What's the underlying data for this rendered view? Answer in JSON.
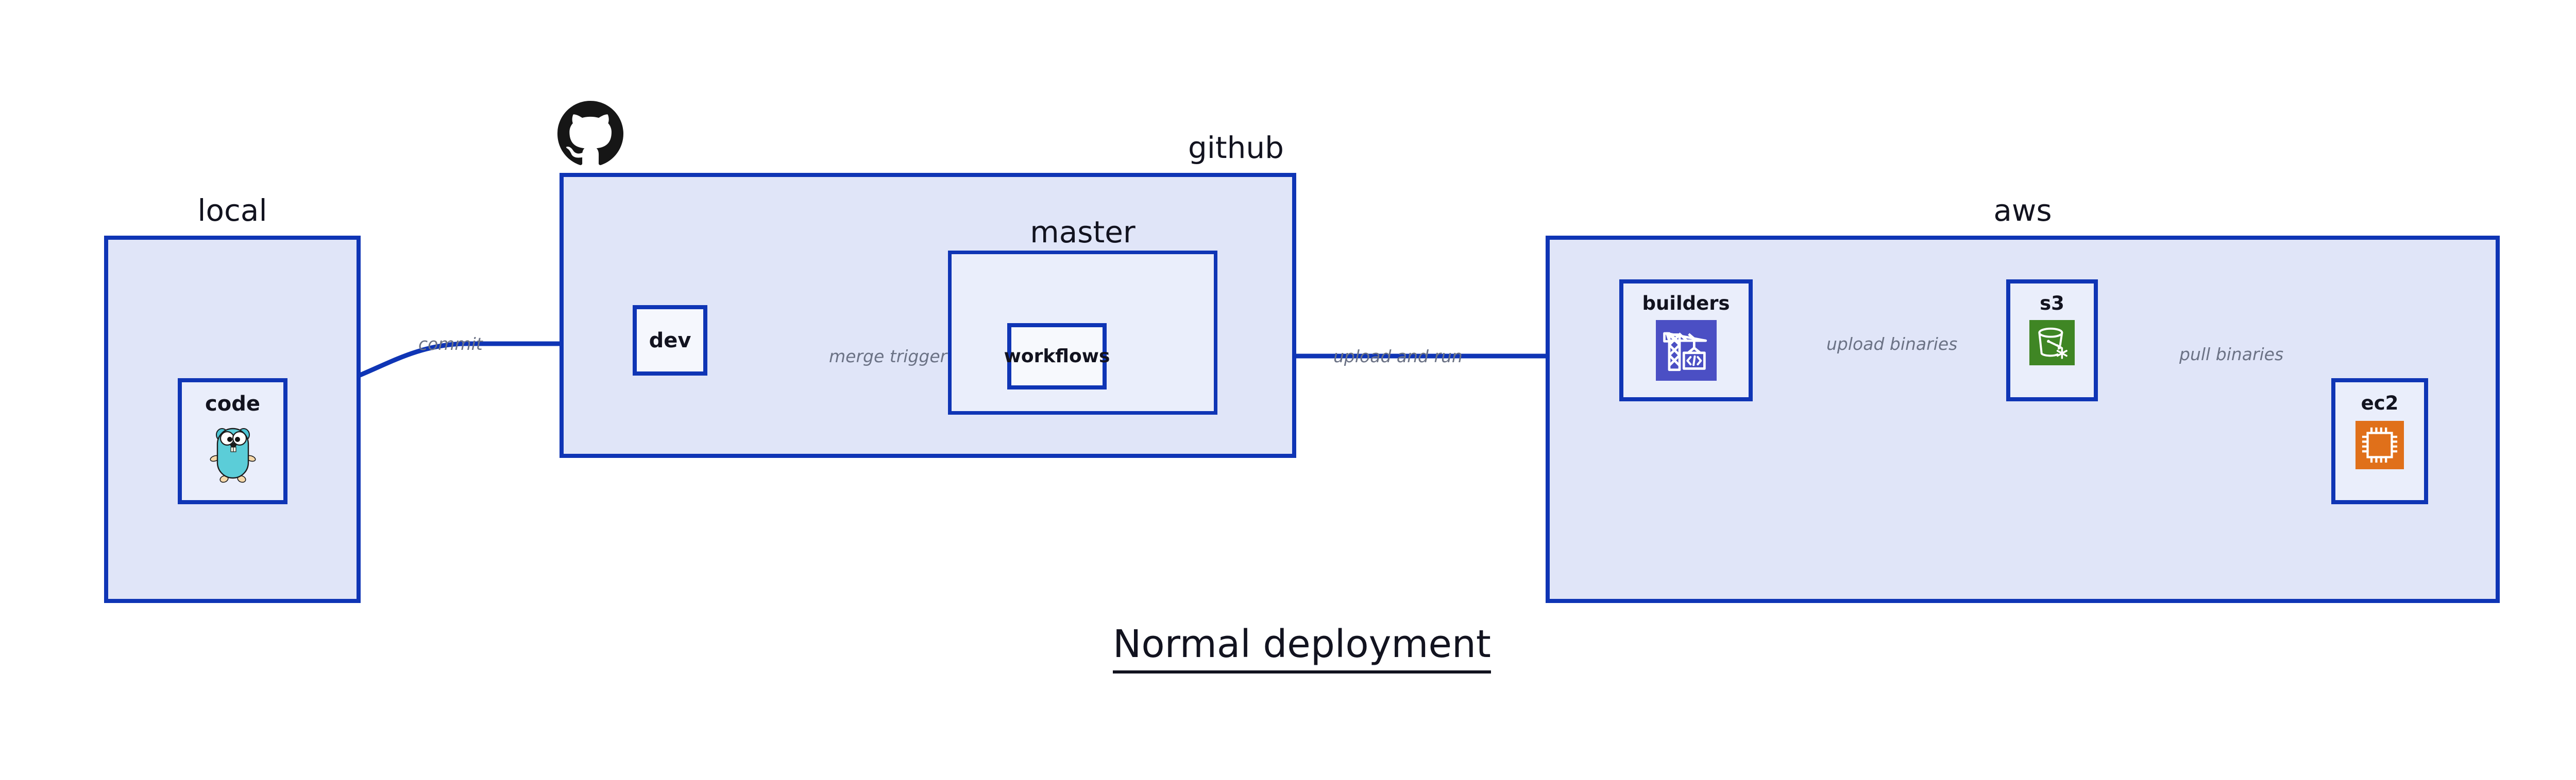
{
  "title": "Normal deployment",
  "colors": {
    "border": "#0f35b5",
    "group_fill": "#e0e5f8",
    "node_fill": "#eaeefb",
    "plain_node_fill": "#f5f7fd",
    "edge": "#0f35b5",
    "edge_label": "#6b7285",
    "text": "#12131f",
    "codebuild_purple": "#4b4fc4",
    "s3_green": "#3f8624",
    "ec2_orange": "#e0701a",
    "go_gopher_cyan": "#5bcdd8"
  },
  "groups": [
    {
      "id": "local",
      "label": "local",
      "label_align": "center"
    },
    {
      "id": "github",
      "label": "github",
      "label_align": "right"
    },
    {
      "id": "master",
      "label": "master",
      "label_align": "center"
    },
    {
      "id": "aws",
      "label": "aws",
      "label_align": "center"
    }
  ],
  "nodes": [
    {
      "id": "code",
      "label": "code",
      "icon": "go-gopher-icon",
      "group": "local"
    },
    {
      "id": "dev",
      "label": "dev",
      "icon": null,
      "group": "github"
    },
    {
      "id": "workflows",
      "label": "workflows",
      "icon": null,
      "group": "master"
    },
    {
      "id": "builders",
      "label": "builders",
      "icon": "aws-codebuild-icon",
      "group": "aws"
    },
    {
      "id": "s3",
      "label": "s3",
      "icon": "aws-s3-icon",
      "group": "aws"
    },
    {
      "id": "ec2",
      "label": "ec2",
      "icon": "aws-ec2-icon",
      "group": "aws"
    }
  ],
  "edges": [
    {
      "id": "commit",
      "label": "commit",
      "from": "code",
      "to": "dev"
    },
    {
      "id": "merge-trigger",
      "label": "merge trigger",
      "from": "dev",
      "to": "workflows"
    },
    {
      "id": "upload-and-run",
      "label": "upload and run",
      "from": "workflows",
      "to": "builders"
    },
    {
      "id": "upload-binaries",
      "label": "upload binaries",
      "from": "builders",
      "to": "s3"
    },
    {
      "id": "pull-binaries",
      "label": "pull binaries",
      "from": "s3",
      "to": "ec2"
    }
  ],
  "logos": [
    {
      "id": "github-logo",
      "icon": "github-octocat-icon"
    }
  ]
}
